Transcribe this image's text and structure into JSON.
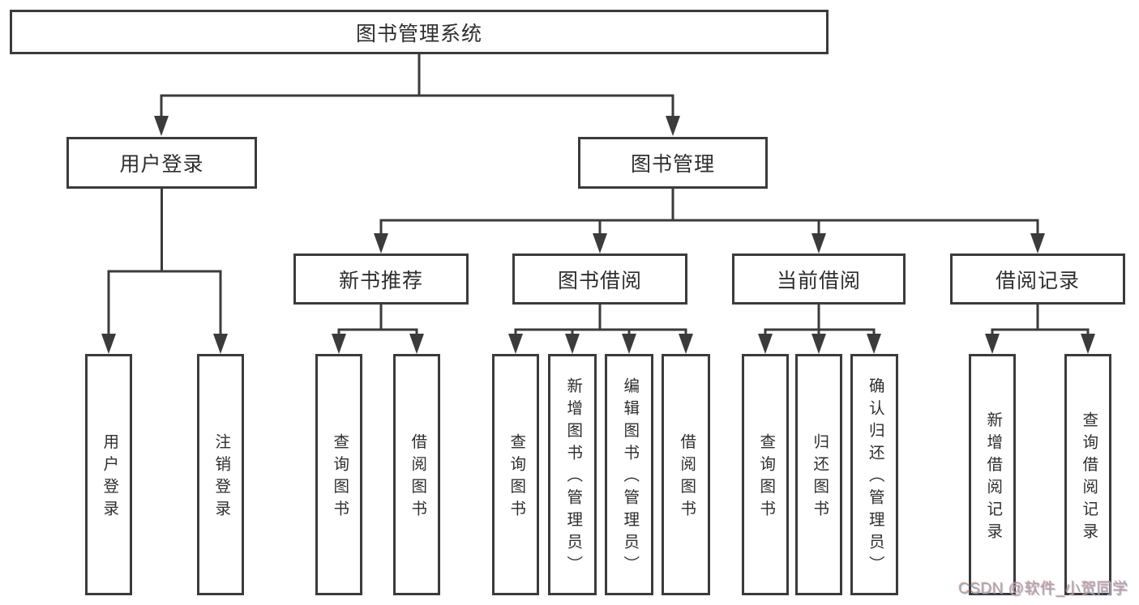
{
  "tree": {
    "label": "图书管理系统",
    "children": [
      {
        "label": "用户登录",
        "children": [
          {
            "label": "用户登录"
          },
          {
            "label": "注销登录"
          }
        ]
      },
      {
        "label": "图书管理",
        "children": [
          {
            "label": "新书推荐",
            "children": [
              {
                "label": "查询图书"
              },
              {
                "label": "借阅图书"
              }
            ]
          },
          {
            "label": "图书借阅",
            "children": [
              {
                "label": "查询图书"
              },
              {
                "label": "新增图书（管理员）"
              },
              {
                "label": "编辑图书（管理员）"
              },
              {
                "label": "借阅图书"
              }
            ]
          },
          {
            "label": "当前借阅",
            "children": [
              {
                "label": "查询图书"
              },
              {
                "label": "归还图书"
              },
              {
                "label": "确认归还（管理员）"
              }
            ]
          },
          {
            "label": "借阅记录",
            "children": [
              {
                "label": "新增借阅记录"
              },
              {
                "label": "查询借阅记录"
              }
            ]
          }
        ]
      }
    ]
  },
  "watermark": {
    "text": "CSDN @软件_小贺同学"
  },
  "colors": {
    "background": "#ffffff",
    "line": "#3b3b3b",
    "box_border": "#3b3b3b",
    "box_fill": "#ffffff",
    "label_text": "#2e2e2e",
    "watermark_text": "#a6a6a6"
  }
}
